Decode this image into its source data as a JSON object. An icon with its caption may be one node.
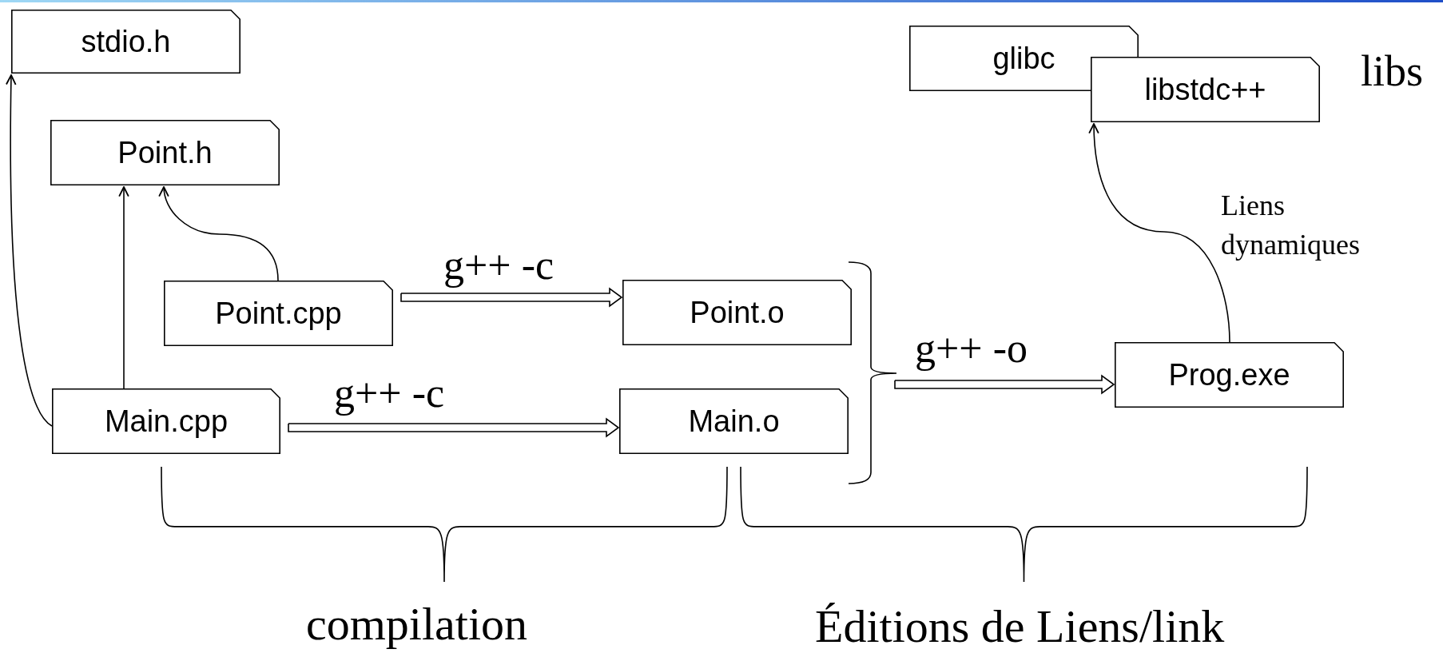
{
  "diagram": {
    "nodes": [
      {
        "text": [
          "stdio.h"
        ]
      },
      {
        "text": [
          "Point.h"
        ]
      },
      {
        "text": [
          "Point.cpp"
        ]
      },
      {
        "text": [
          "Point.o"
        ]
      },
      {
        "text": [
          "Main.cpp"
        ]
      },
      {
        "text": [
          "Main.o"
        ]
      },
      {
        "text": [
          "Prog.exe"
        ]
      },
      {
        "text": [
          "glibc"
        ]
      },
      {
        "text": [
          "libstdc++"
        ]
      }
    ],
    "edges": [
      {
        "from": 4,
        "to": 0,
        "arrow": "to"
      },
      {
        "from": 4,
        "to": 1,
        "arrow": "to"
      },
      {
        "from": 2,
        "to": 1,
        "arrow": "to"
      },
      {
        "from": 2,
        "to": 3,
        "arrow": "to",
        "label": "g++ -c",
        "style": "thick"
      },
      {
        "from": 4,
        "to": 5,
        "arrow": "to",
        "label": "g++ -c",
        "style": "thick"
      },
      {
        "from": 3,
        "to": 6,
        "arrow": "to",
        "label": "g++ -o",
        "style": "thick"
      },
      {
        "from": 5,
        "to": 6,
        "arrow": "to",
        "style": "thick"
      },
      {
        "from": 6,
        "to": 8,
        "arrow": "to",
        "label": "Liens dynamiques"
      }
    ],
    "labels": [
      "libs",
      "compilation",
      "Éditions de Liens/link"
    ]
  }
}
